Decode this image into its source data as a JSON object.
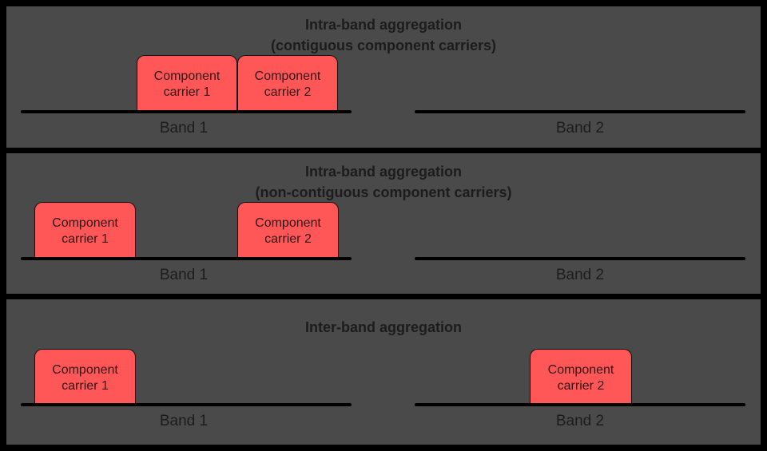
{
  "colors": {
    "background": "#000000",
    "panel": "#4a4a4a",
    "carrier_fill": "#ff5757",
    "carrier_text": "#321316",
    "text": "#1c1c1c",
    "line": "#000000"
  },
  "panels": [
    {
      "title": "Intra-band aggregation",
      "subtitle": "(contiguous component carriers)",
      "carriers": [
        {
          "label": "Component carrier 1",
          "band": "Band 1"
        },
        {
          "label": "Component carrier 2",
          "band": "Band 1"
        }
      ],
      "bands": [
        {
          "label": "Band 1"
        },
        {
          "label": "Band 2"
        }
      ]
    },
    {
      "title": "Intra-band aggregation",
      "subtitle": "(non-contiguous component carriers)",
      "carriers": [
        {
          "label": "Component carrier 1",
          "band": "Band 1"
        },
        {
          "label": "Component carrier 2",
          "band": "Band 1"
        }
      ],
      "bands": [
        {
          "label": "Band 1"
        },
        {
          "label": "Band 2"
        }
      ]
    },
    {
      "title": "Inter-band aggregation",
      "subtitle": "",
      "carriers": [
        {
          "label": "Component carrier 1",
          "band": "Band 1"
        },
        {
          "label": "Component carrier 2",
          "band": "Band 2"
        }
      ],
      "bands": [
        {
          "label": "Band 1"
        },
        {
          "label": "Band 2"
        }
      ]
    }
  ]
}
